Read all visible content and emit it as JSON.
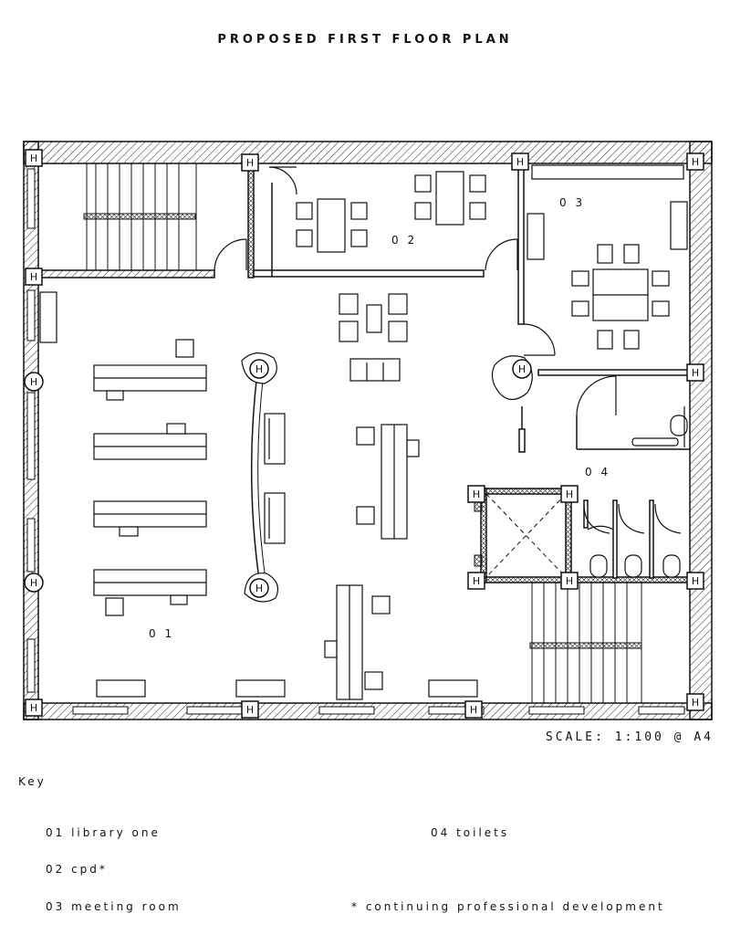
{
  "title": "PROPOSED FIRST FLOOR PLAN",
  "scale": "SCALE: 1:100 @ A4",
  "rooms": [
    {
      "id": "01",
      "label": "0 1"
    },
    {
      "id": "02",
      "label": "0 2"
    },
    {
      "id": "03",
      "label": "0 3"
    },
    {
      "id": "04",
      "label": "0 4"
    }
  ],
  "column_marker": "H",
  "key": {
    "heading": "Key",
    "items": [
      "01 library one",
      "02 cpd*",
      "03 meeting room",
      "04 toilets"
    ],
    "footnote": "* continuing professional development"
  }
}
